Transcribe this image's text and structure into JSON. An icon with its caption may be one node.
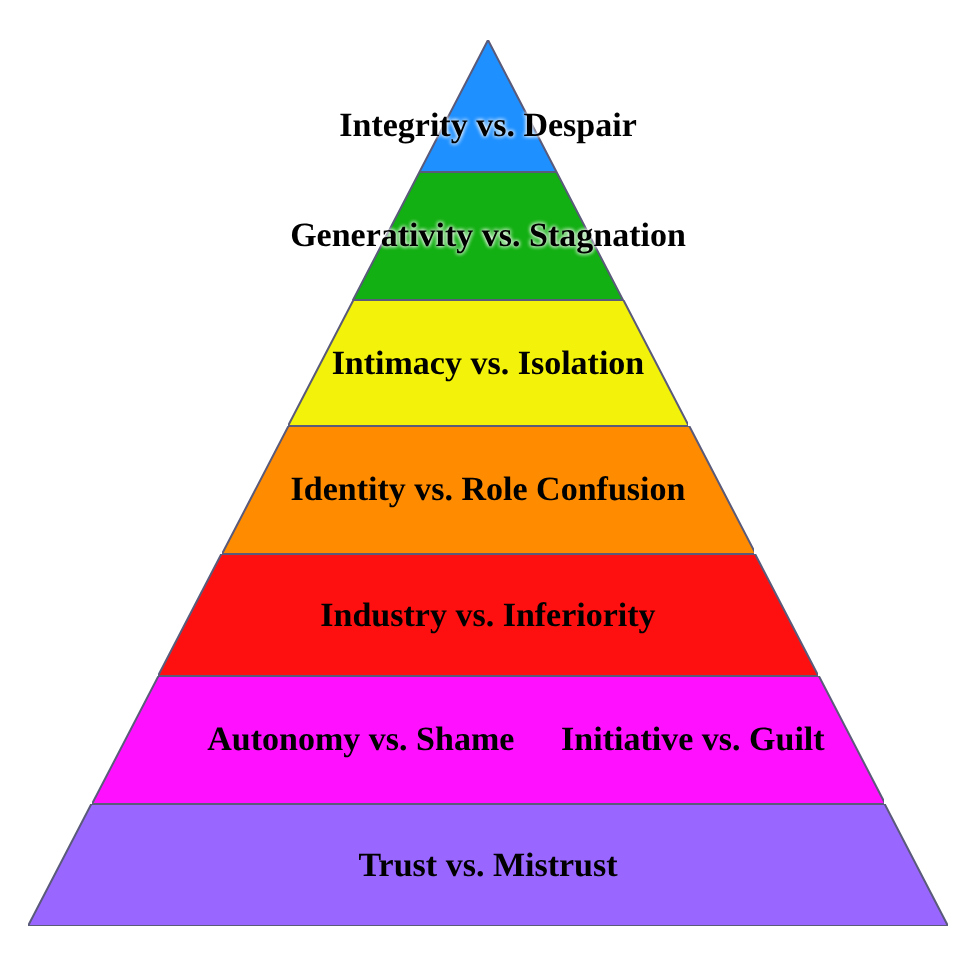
{
  "diagram": {
    "nodes": [
      {
        "text": [
          "Integrity vs. Despair"
        ]
      },
      {
        "text": [
          "Generativity vs. Stagnation"
        ]
      },
      {
        "text": [
          "Intimacy vs. Isolation"
        ]
      },
      {
        "text": [
          "Identity vs. Role Confusion"
        ]
      },
      {
        "text": [
          "Industry vs. Inferiority"
        ]
      },
      {
        "text": [
          "Autonomy vs. Shame",
          "Initiative vs. Guilt"
        ]
      },
      {
        "text": [
          "Trust vs. Mistrust"
        ]
      }
    ]
  }
}
